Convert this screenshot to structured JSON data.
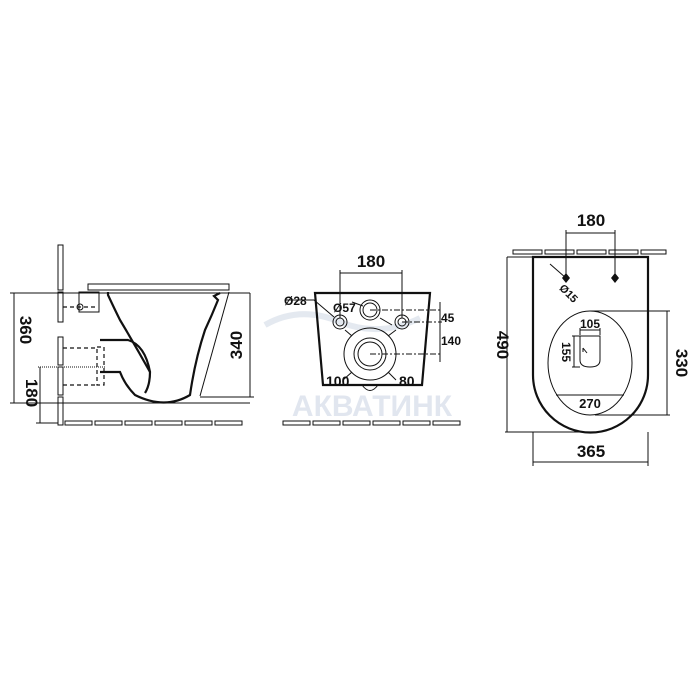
{
  "watermark": "АКВАТИНК",
  "side_view": {
    "height_total": "360",
    "height_outlet": "180",
    "height_bowl": "340"
  },
  "back_view": {
    "spacing": "180",
    "dia_small": "Ø28",
    "dia_inlet": "Ø57",
    "offset_top": "45",
    "offset_mid": "140",
    "dia_outlet_left": "100",
    "dia_outlet_right": "80"
  },
  "top_view": {
    "spacing": "180",
    "dia_hole": "Ø15",
    "length": "490",
    "opening_length": "330",
    "width": "365",
    "opening_width": "270",
    "drain_width": "105",
    "drain_length": "155"
  }
}
